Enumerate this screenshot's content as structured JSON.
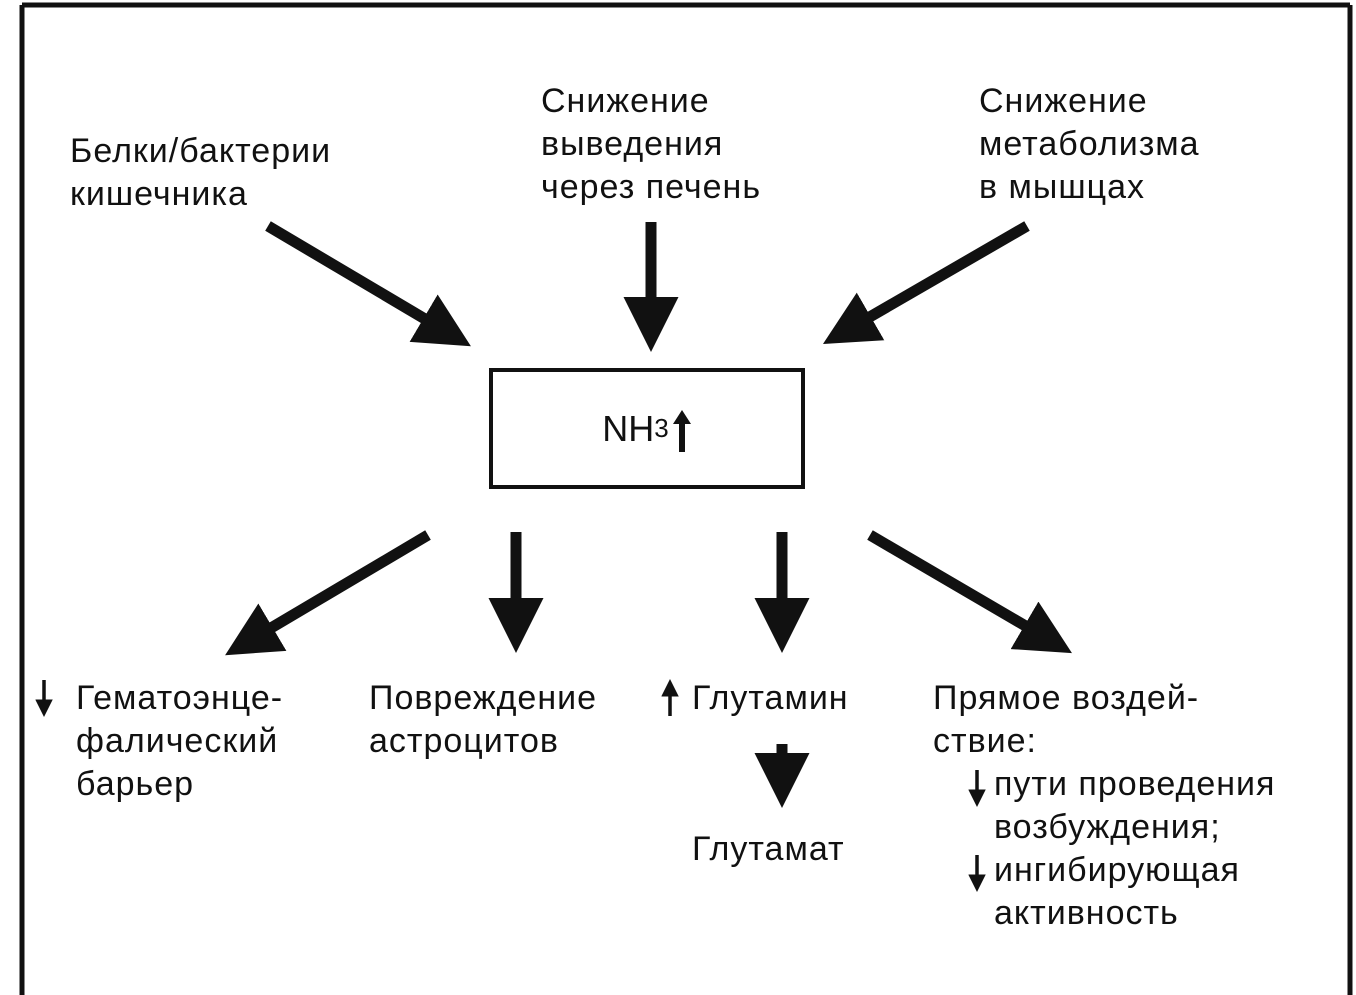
{
  "sources": {
    "gut": [
      "Белки/бактерии",
      "кишечника"
    ],
    "liver": [
      "Снижение",
      "выведения",
      "через печень"
    ],
    "muscle": [
      "Снижение",
      "метаболизма",
      "в мышцах"
    ]
  },
  "center": {
    "main": "NH",
    "subscript": "3"
  },
  "effects": {
    "bbb": [
      "Гематоэнце-",
      "фалический",
      "барьер"
    ],
    "astro": [
      "Повреждение",
      "астроцитов"
    ],
    "glutamine": "Глутамин",
    "glutamate": "Глутамат",
    "direct": [
      "Прямое воздей-",
      "ствие:"
    ],
    "conduction": [
      "пути проведения",
      "возбуждения;"
    ],
    "inhibitory": [
      "ингибирующая",
      "активность"
    ]
  }
}
